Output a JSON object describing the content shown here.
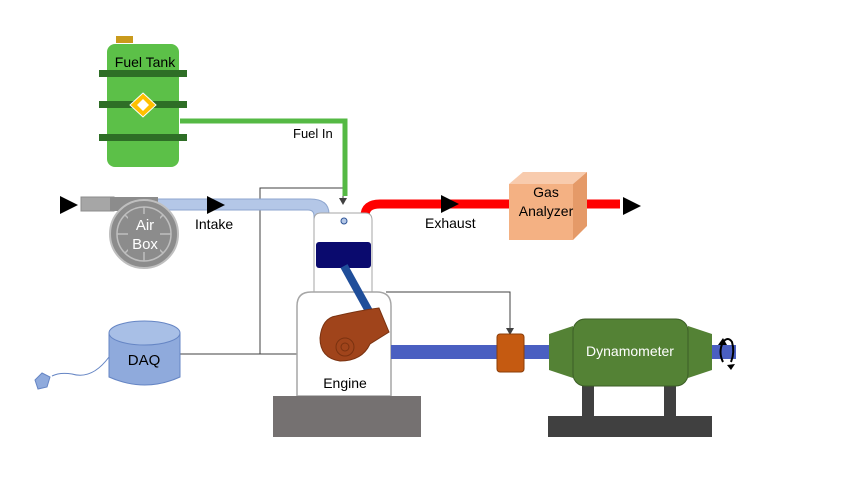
{
  "labels": {
    "fuel_tank": "Fuel Tank",
    "fuel_in": "Fuel In",
    "air_box_line1": "Air",
    "air_box_line2": "Box",
    "intake": "Intake",
    "exhaust": "Exhaust",
    "gas_analyzer_line1": "Gas",
    "gas_analyzer_line2": "Analyzer",
    "daq": "DAQ",
    "engine": "Engine",
    "dynamometer": "Dynamometer"
  },
  "colors": {
    "fuel_green": "#5cc048",
    "fuel_line": "#55b944",
    "tank_band": "#2e6e26",
    "tank_cap": "#c99a1c",
    "valve_yellow": "#ffc000",
    "air_box_gray": "#8c8c8c",
    "intake_pipe": "#b4c7e7",
    "exhaust_red": "#ff0000",
    "gas_analyzer": "#f4b183",
    "daq_blue": "#8faadc",
    "engine_outline": "#a6a6a6",
    "piston_navy": "#0a0a6e",
    "crank_brown": "#a0441b",
    "shaft_blue": "#4a5fc1",
    "coupling_orange": "#c55a11",
    "dyno_green": "#548235",
    "base_gray": "#757171",
    "dyno_base": "#404040",
    "signal_line": "#404040"
  }
}
